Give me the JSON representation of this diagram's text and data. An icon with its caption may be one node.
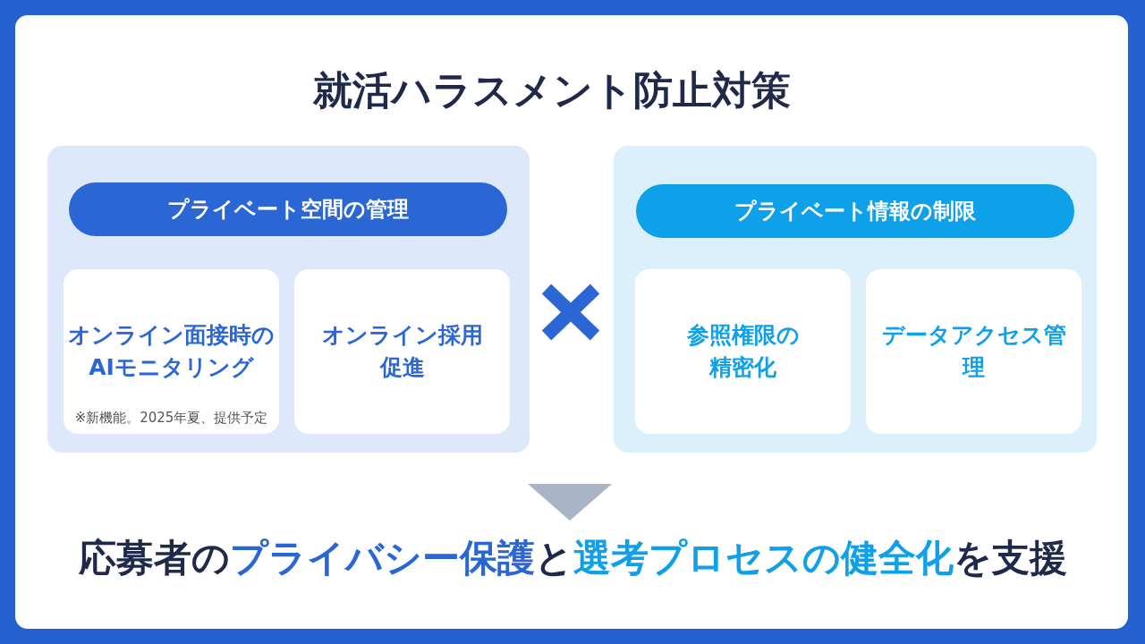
{
  "diagram": {
    "title": "就活ハラスメント防止対策",
    "nodes": [
      {
        "text": [],
        "shape": "box"
      },
      {
        "text": [
          "プライベート空間の管理"
        ],
        "in": 0
      },
      {
        "text": [
          "オンライン面接時のAIモニタリング",
          "※新機能。2025年夏、提供予定"
        ],
        "in": 0
      },
      {
        "text": [
          "オンライン採用促進"
        ],
        "in": 0
      },
      {
        "text": [],
        "shape": "box"
      },
      {
        "text": [
          "プライベート情報の制限"
        ],
        "in": 4
      },
      {
        "text": [
          "参照権限の精密化"
        ],
        "in": 4
      },
      {
        "text": [
          "データアクセス管理"
        ],
        "in": 4
      },
      {
        "text": [
          "応募者の",
          "プライバシー保護",
          "と",
          "選考プロセスの健全化",
          "を支援"
        ]
      }
    ],
    "edges": [
      {
        "from": null,
        "to": 8,
        "arrow": "to"
      }
    ]
  }
}
